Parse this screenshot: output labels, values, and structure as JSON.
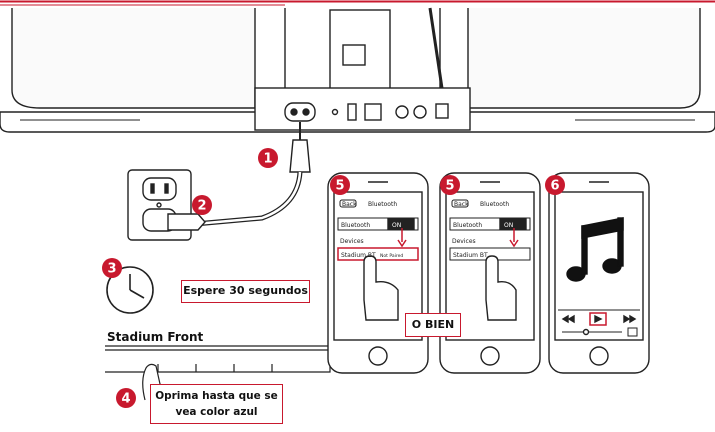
{
  "steps": {
    "step1": "1",
    "step2": "2",
    "step3": "3",
    "step4": "4",
    "step5a": "5",
    "step5b": "5",
    "step6": "6"
  },
  "wait_label": "Espere 30 segundos",
  "stadium_label": "Stadium Front",
  "press_label_line1": "Oprima hasta que se",
  "press_label_line2": "vea color azul",
  "or_label": "O BIEN",
  "phone_screen": {
    "back_button": "Back",
    "title": "Bluetooth",
    "bluetooth_row": "Bluetooth",
    "toggle_on": "ON",
    "section_label": "Devices",
    "device_name": "Stadium BT",
    "device_status": "Not Paired"
  },
  "colors": {
    "accent_red": "#c8192e",
    "line": "#222222"
  }
}
